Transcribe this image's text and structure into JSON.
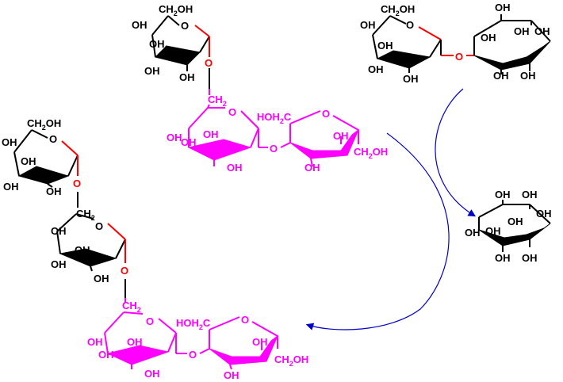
{
  "colors": {
    "bond": "#000000",
    "glycoside": "#ff0000",
    "sucrose": "#ff00ff",
    "arrow": "#0000c8"
  },
  "labels": {
    "oh": "OH",
    "ch2oh": "CH",
    "ch2oh_sub": "2",
    "ch2oh_tail": "OH",
    "hoh2c": "HOH",
    "hoh2c_sub": "2",
    "hoh2c_tail": "C",
    "ring_o": "O",
    "ch2": "CH",
    "ch2_sub": "2"
  }
}
